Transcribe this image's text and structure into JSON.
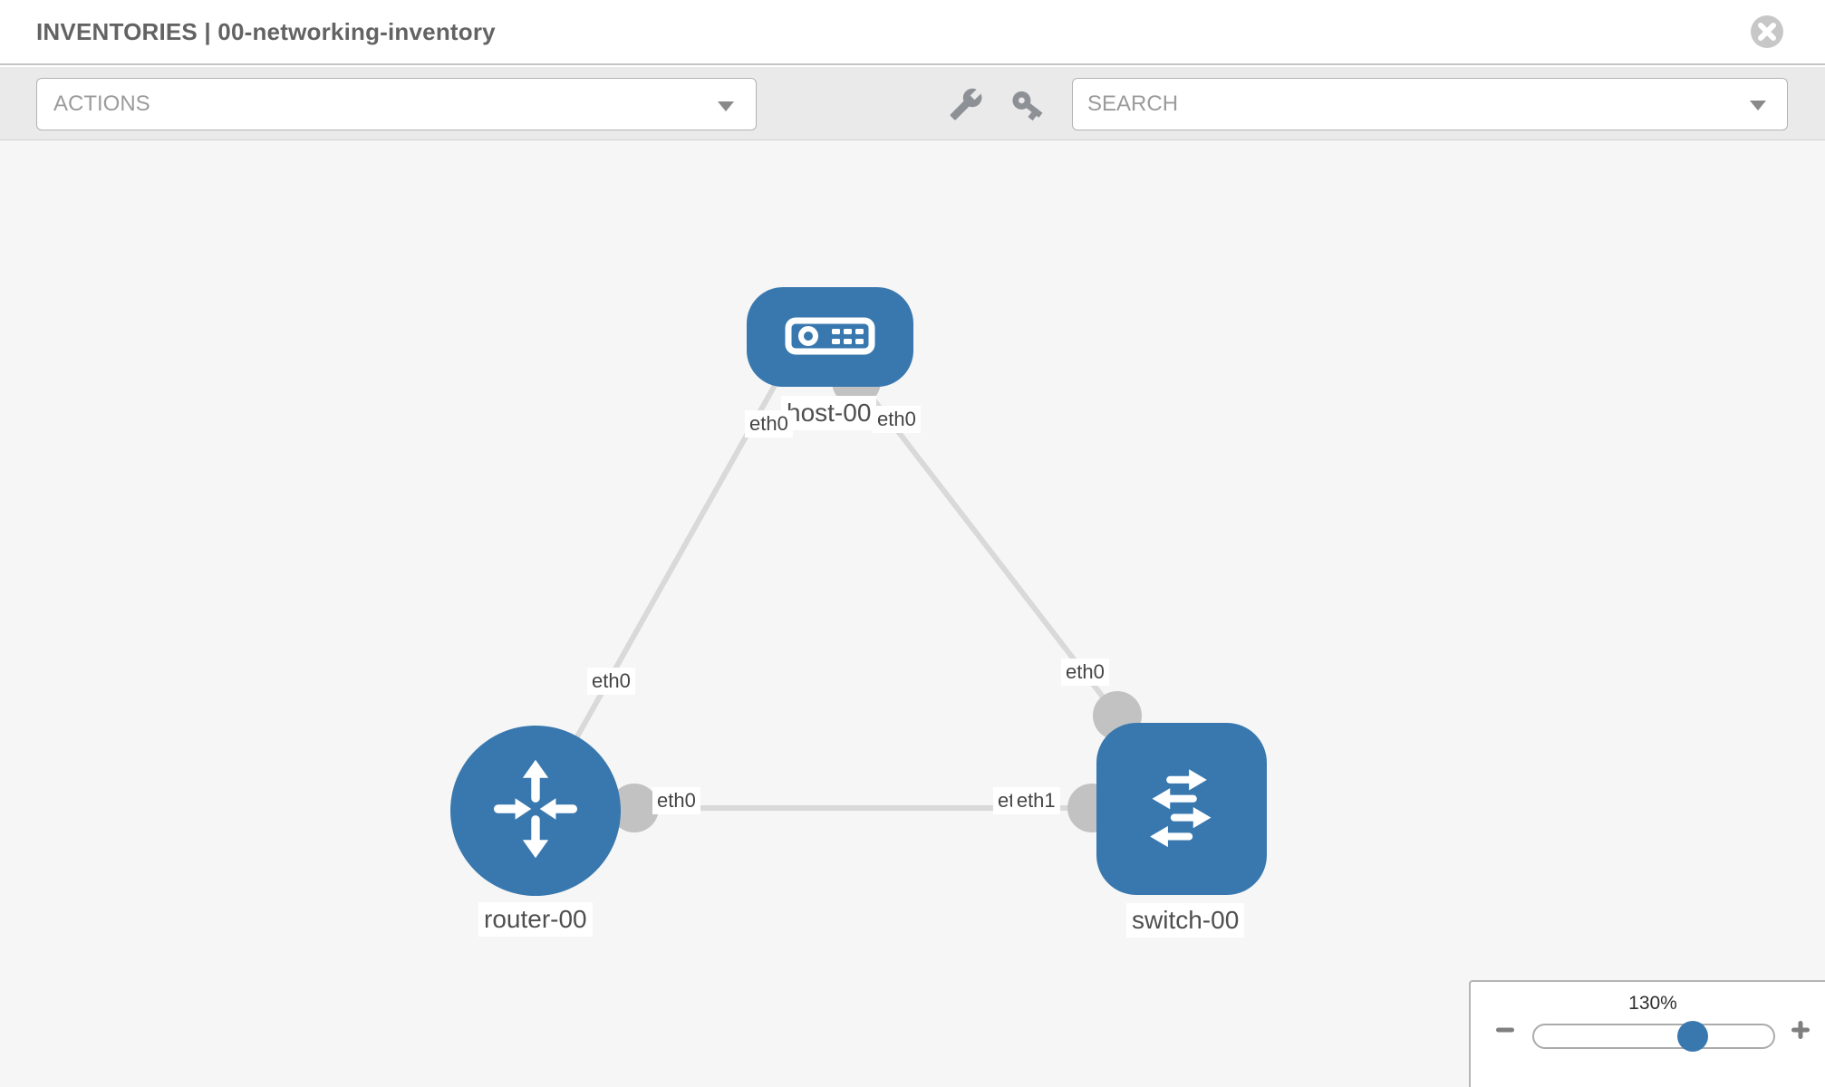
{
  "header": {
    "title": "INVENTORIES | 00-networking-inventory",
    "close_icon": "close-circle"
  },
  "toolbar": {
    "actions_label": "ACTIONS",
    "search_placeholder": "SEARCH",
    "icons": {
      "wrench": "wrench-icon",
      "key": "key-icon"
    }
  },
  "topology": {
    "nodes": [
      {
        "label": "host-00",
        "type": "host",
        "icon": "host-icon"
      },
      {
        "label": "router-00",
        "type": "router",
        "icon": "router-icon"
      },
      {
        "label": "switch-00",
        "type": "switch",
        "icon": "switch-icon"
      }
    ],
    "links": [
      {
        "from": "host-00",
        "to": "router-00",
        "from_iface": "eth0",
        "to_iface": "eth0"
      },
      {
        "from": "host-00",
        "to": "switch-00",
        "from_iface": "eth0",
        "to_iface": "eth0"
      },
      {
        "from": "router-00",
        "to": "switch-00",
        "from_iface": "eth0",
        "to_iface": "eth1"
      }
    ],
    "interface_labels": [
      {
        "text": "eth0",
        "at": "host-left"
      },
      {
        "text": "eth0",
        "at": "host-right"
      },
      {
        "text": "eth0",
        "at": "router-top"
      },
      {
        "text": "eth0",
        "at": "switch-top"
      },
      {
        "text": "eth0",
        "at": "router-right"
      },
      {
        "text": "eth0",
        "at": "switch-left-under"
      },
      {
        "text": "eth1",
        "at": "switch-left"
      }
    ]
  },
  "zoom_panel": {
    "level": "130%",
    "percent": 130,
    "minus_icon": "minus",
    "plus_icon": "plus"
  },
  "colors": {
    "node_blue": "#3878af",
    "link_gray": "#d9d9d9",
    "connector_gray": "#c2c2c2",
    "canvas_bg": "#f6f6f6",
    "toolbar_bg": "#eaeaea"
  }
}
